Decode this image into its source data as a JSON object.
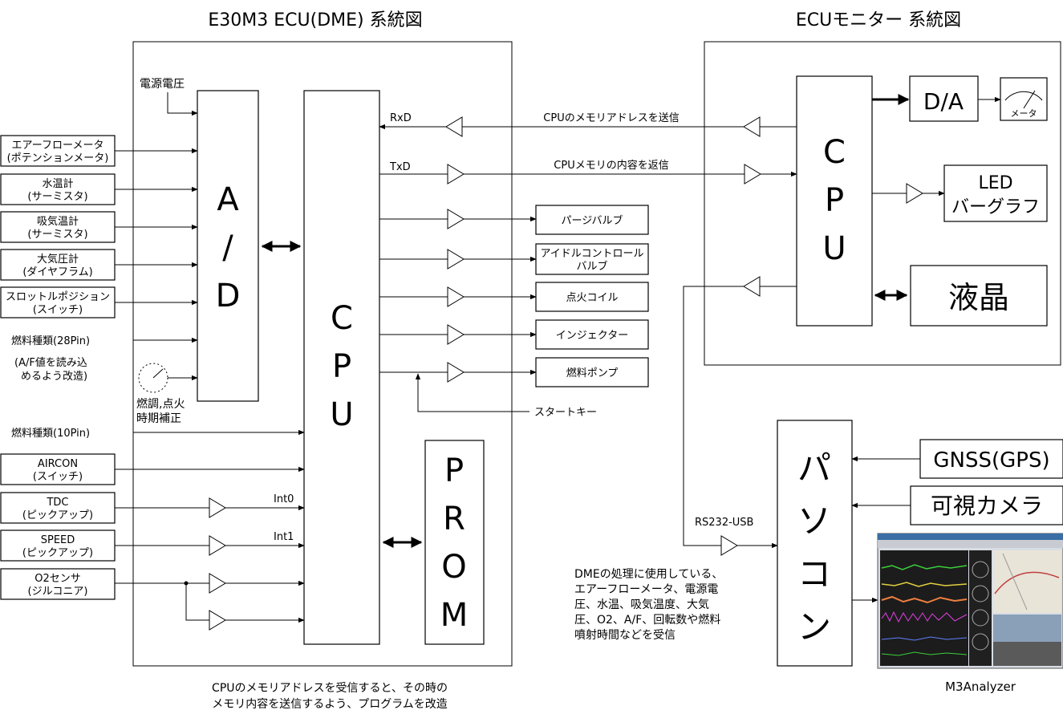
{
  "titles": {
    "dme": "E30M3 ECU(DME)  系統図",
    "monitor": "ECUモニター  系統図"
  },
  "dme": {
    "ad_chars": [
      "A",
      "/",
      "D"
    ],
    "cpu_chars": [
      "C",
      "P",
      "U"
    ],
    "prom_chars": [
      "P",
      "R",
      "O",
      "M"
    ],
    "power_label": "電源電圧",
    "sensors": [
      {
        "line1": "エアーフローメータ",
        "line2": "(ポテンションメータ)"
      },
      {
        "line1": "水温計",
        "line2": "(サーミスタ)"
      },
      {
        "line1": "吸気温計",
        "line2": "(サーミスタ)"
      },
      {
        "line1": "大気圧計",
        "line2": "(ダイヤフラム)"
      },
      {
        "line1": "スロットルポジション",
        "line2": "(スイッチ)"
      }
    ],
    "fuel28": "燃料種類(28Pin)",
    "af_note": [
      "(A/F値を読み込",
      "めるよう改造)"
    ],
    "knob_label": [
      "燃調,点火",
      "時期補正"
    ],
    "fuel10": "燃料種類(10Pin)",
    "aircon": {
      "line1": "AIRCON",
      "line2": "(スイッチ)"
    },
    "tdc": {
      "line1": "TDC",
      "line2": "(ピックアップ)"
    },
    "speed": {
      "line1": "SPEED",
      "line2": "(ピックアップ)"
    },
    "o2": {
      "line1": "O2センサ",
      "line2": "(ジルコニア)"
    },
    "int0": "Int0",
    "int1": "Int1",
    "rxd": "RxD",
    "txd": "TxD",
    "rxd_desc": "CPUのメモリアドレスを送信",
    "txd_desc": "CPUメモリの内容を返信",
    "outputs": [
      {
        "line1": "パージバルブ"
      },
      {
        "line1": "アイドルコントロール",
        "line2": "バルブ"
      },
      {
        "line1": "点火コイル"
      },
      {
        "line1": "インジェクター"
      },
      {
        "line1": "燃料ポンプ"
      }
    ],
    "start_key": "スタートキー",
    "bottom_note": [
      "CPUのメモリアドレスを受信すると、その時の",
      "メモリ内容を送信するよう、プログラムを改造"
    ]
  },
  "monitor": {
    "cpu_chars": [
      "C",
      "P",
      "U"
    ],
    "da": "D/A",
    "meter": "メータ",
    "led": [
      "LED",
      "バーグラフ"
    ],
    "lcd": "液晶",
    "pc_chars": [
      "パ",
      "ソ",
      "コ",
      "ン"
    ],
    "gnss": "GNSS(GPS)",
    "camera": "可視カメラ",
    "rs232": "RS232-USB",
    "dme_note": [
      "DMEの処理に使用している、",
      "エアーフローメータ、電源電",
      "圧、水温、吸気温度、大気",
      "圧、O2、A/F、回転数や燃料",
      "噴射時間などを受信"
    ],
    "app_name": "M3Analyzer"
  },
  "colors": {
    "line": "#000000",
    "screen_bg": "#1c1c1c",
    "trace_green": "#3ccf3c",
    "trace_yellow": "#e0d040",
    "trace_orange": "#f08040",
    "trace_magenta": "#e040e0",
    "trace_blue": "#6080ff"
  }
}
